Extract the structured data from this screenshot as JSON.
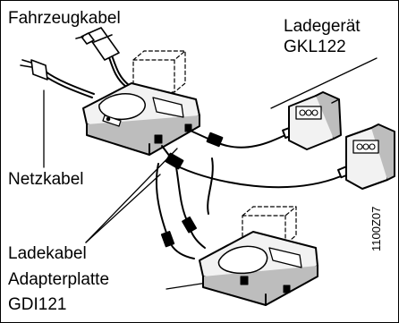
{
  "labels": {
    "vehicle_cable": "Fahrzeugkabel",
    "charger_name": "Ladegerät",
    "charger_model": "GKL122",
    "mains_cable": "Netzkabel",
    "charging_cable": "Ladekabel",
    "adapter_name": "Adapterplatte",
    "adapter_model": "GDI121"
  },
  "figure_code": "1100Z07",
  "colors": {
    "line": "#000000",
    "background": "#ffffff",
    "device_face": "#f2f2f2",
    "device_shadow": "#bdbdbd"
  }
}
